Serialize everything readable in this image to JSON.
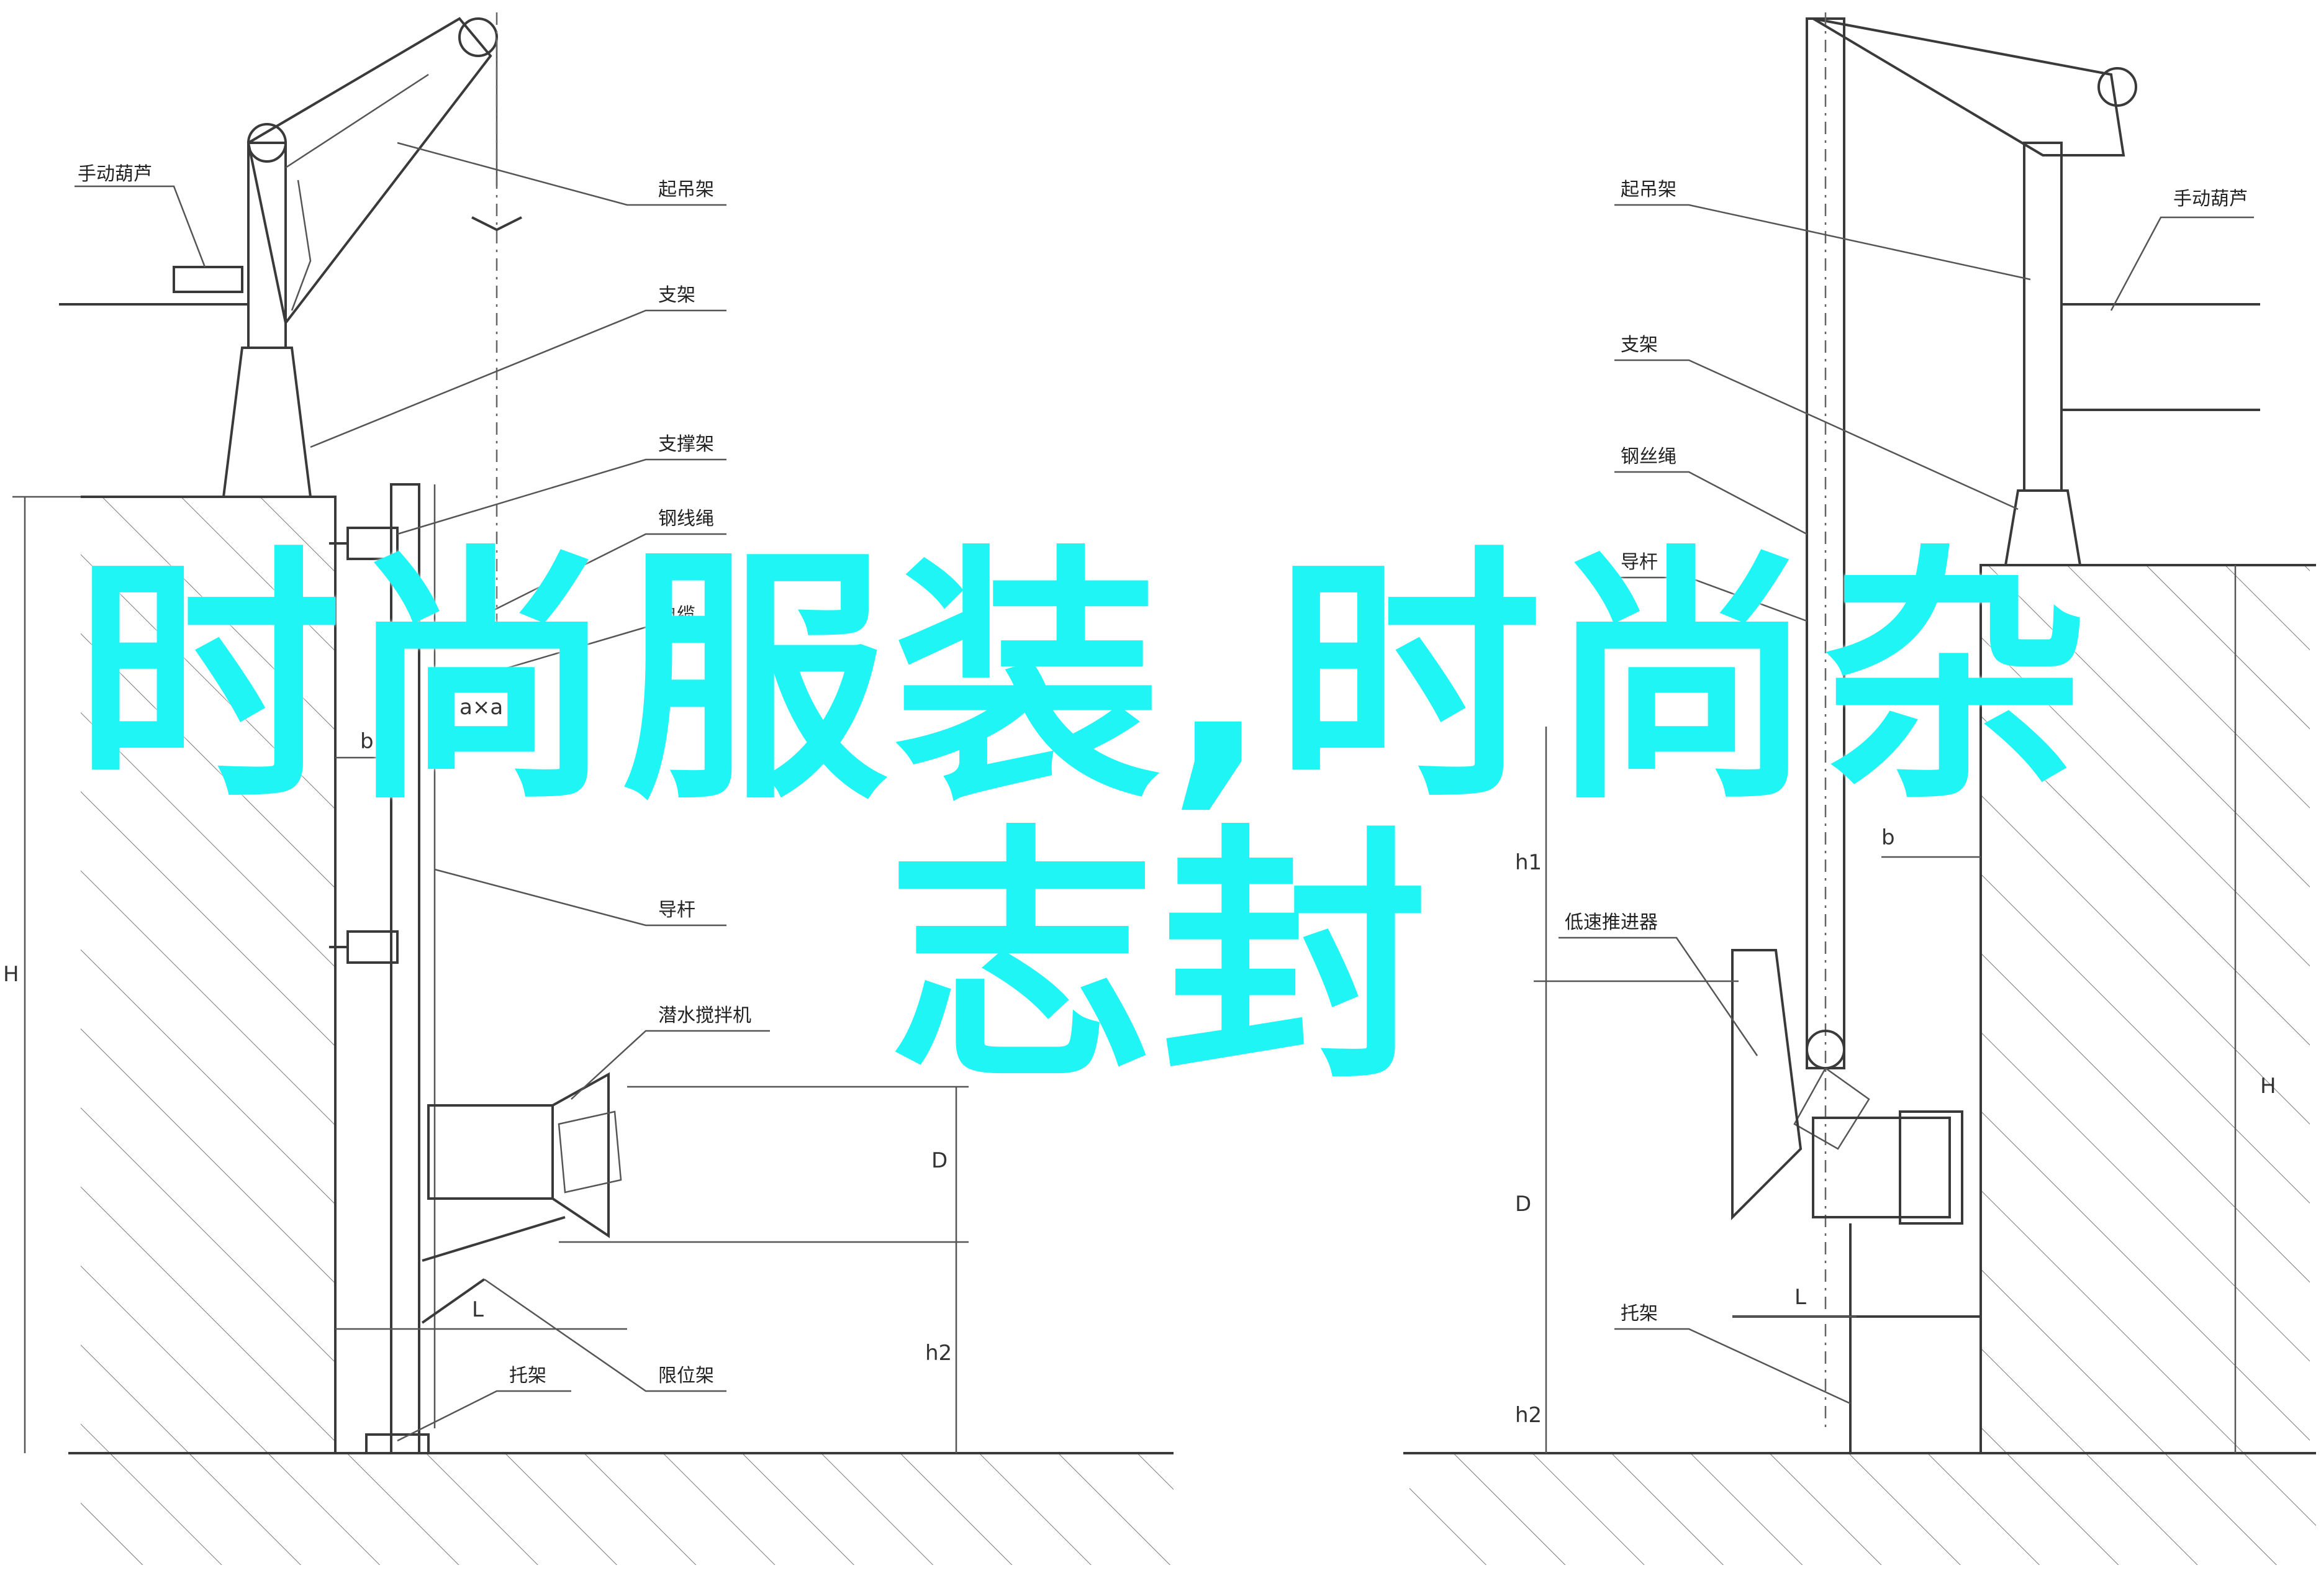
{
  "overlay": {
    "line1": "时尚服装,时尚杂",
    "line2": "志封"
  },
  "labels_left": {
    "hoist": "手动葫芦",
    "crane": "起吊架",
    "frame": "支架",
    "support": "支撑架",
    "wire": "钢线绳",
    "cable": "电缆",
    "guide_rod": "导杆",
    "mixer": "潜水搅拌机",
    "limit_frame": "限位架",
    "bracket": "托架"
  },
  "labels_right": {
    "crane": "起吊架",
    "hoist": "手动葫芦",
    "frame": "支架",
    "wire": "钢丝绳",
    "guide_rod": "导杆",
    "pusher": "低速推进器",
    "bracket": "托架"
  },
  "dimensions": {
    "H": "H",
    "h1": "h1",
    "h2": "h2",
    "D": "D",
    "L": "L",
    "b": "b",
    "a_alpha": "a×a"
  },
  "colors": {
    "overlay": "#1ff5f5",
    "lines": "#3a3a3a"
  }
}
